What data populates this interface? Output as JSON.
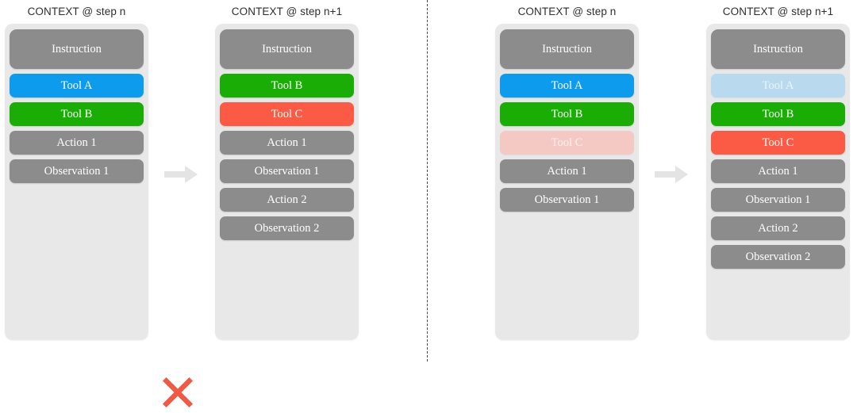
{
  "figure": {
    "type": "diagram",
    "description": "Two side-by-side comparisons of agent context evolution between step n and step n+1"
  },
  "divider": {
    "name": "vertical-dashed-divider",
    "color": "#4a4a4a",
    "style": "dashed"
  },
  "palette": {
    "panel_bg": "#e8e8e8",
    "gray": "#8c8c8c",
    "blue": "#0d9ced",
    "green": "#1aad06",
    "red": "#fb5b44",
    "blue_faded": "#b9d9ef",
    "red_faded": "#f4c9c4",
    "arrow": "#e3e3e3",
    "cross": "#f05a45",
    "title_text": "#2e2e2e",
    "chip_text": "#ffffff"
  },
  "groups": [
    {
      "id": "left-group",
      "verdict": {
        "symbol": "cross",
        "name": "cross-mark",
        "color": "#f05a45",
        "meaning": "incorrect"
      },
      "columns": [
        {
          "id": "col-1",
          "title": "CONTEXT @ step n",
          "items": [
            {
              "label": "Instruction",
              "style": "gray",
              "size": "tall"
            },
            {
              "label": "Tool A",
              "style": "blue",
              "size": "normal"
            },
            {
              "label": "Tool B",
              "style": "green",
              "size": "normal"
            },
            {
              "label": "Action 1",
              "style": "gray",
              "size": "normal"
            },
            {
              "label": "Observation 1",
              "style": "gray",
              "size": "normal"
            }
          ]
        },
        {
          "id": "col-2",
          "title": "CONTEXT @ step n+1",
          "items": [
            {
              "label": "Instruction",
              "style": "gray",
              "size": "tall"
            },
            {
              "label": "Tool B",
              "style": "green",
              "size": "normal"
            },
            {
              "label": "Tool C",
              "style": "red",
              "size": "normal"
            },
            {
              "label": "Action 1",
              "style": "gray",
              "size": "normal"
            },
            {
              "label": "Observation 1",
              "style": "gray",
              "size": "normal"
            },
            {
              "label": "Action 2",
              "style": "gray",
              "size": "normal"
            },
            {
              "label": "Observation 2",
              "style": "gray",
              "size": "normal"
            }
          ]
        }
      ]
    },
    {
      "id": "right-group",
      "verdict": null,
      "columns": [
        {
          "id": "col-3",
          "title": "CONTEXT @ step n",
          "items": [
            {
              "label": "Instruction",
              "style": "gray",
              "size": "tall"
            },
            {
              "label": "Tool A",
              "style": "blue",
              "size": "normal"
            },
            {
              "label": "Tool B",
              "style": "green",
              "size": "normal"
            },
            {
              "label": "Tool C",
              "style": "red-faded",
              "size": "normal"
            },
            {
              "label": "Action 1",
              "style": "gray",
              "size": "normal"
            },
            {
              "label": "Observation 1",
              "style": "gray",
              "size": "normal"
            }
          ]
        },
        {
          "id": "col-4",
          "title": "CONTEXT @ step n+1",
          "items": [
            {
              "label": "Instruction",
              "style": "gray",
              "size": "tall"
            },
            {
              "label": "Tool A",
              "style": "blue-faded",
              "size": "normal"
            },
            {
              "label": "Tool B",
              "style": "green",
              "size": "normal"
            },
            {
              "label": "Tool C",
              "style": "red",
              "size": "normal"
            },
            {
              "label": "Action 1",
              "style": "gray",
              "size": "normal"
            },
            {
              "label": "Observation 1",
              "style": "gray",
              "size": "normal"
            },
            {
              "label": "Action 2",
              "style": "gray",
              "size": "normal"
            },
            {
              "label": "Observation 2",
              "style": "gray",
              "size": "normal"
            }
          ]
        }
      ]
    }
  ]
}
